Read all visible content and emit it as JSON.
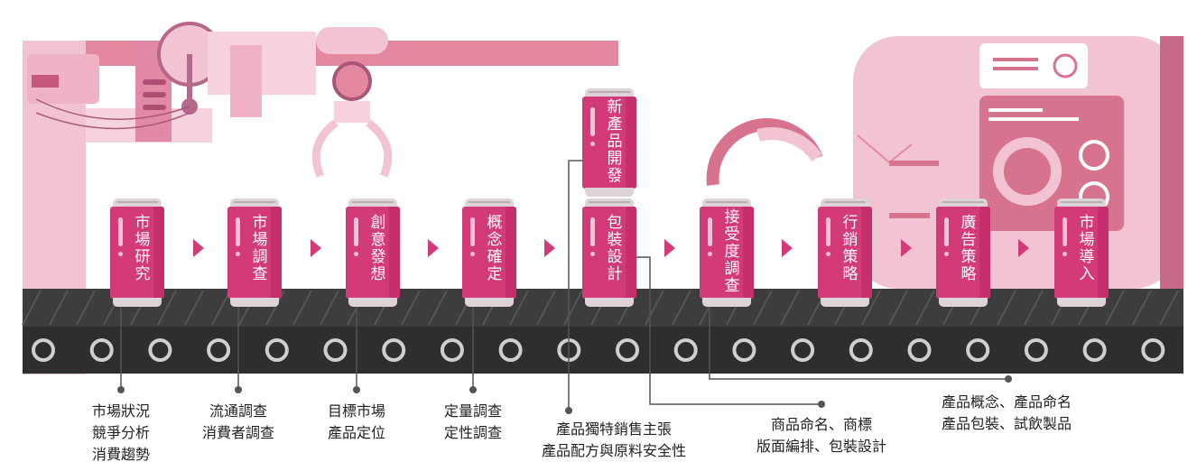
{
  "colors": {
    "accent": "#d33a78",
    "accent_dark": "#c42f6c",
    "machine_pink": "#d7728f",
    "machine_light": "#f2c4d3",
    "belt_dark": "#2e2e2e",
    "belt_stripe": "#555555"
  },
  "stages": [
    {
      "id": "market-research",
      "label": "市場研究"
    },
    {
      "id": "market-survey",
      "label": "市場調查"
    },
    {
      "id": "idea-generation",
      "label": "創意發想"
    },
    {
      "id": "concept-confirmation",
      "label": "概念確定"
    },
    {
      "id": "new-product-development",
      "label": "新產品開發"
    },
    {
      "id": "packaging-design",
      "label": "包裝設計"
    },
    {
      "id": "acceptance-survey",
      "label": "接受度調查"
    },
    {
      "id": "marketing-strategy",
      "label": "行銷策略"
    },
    {
      "id": "advertising-strategy",
      "label": "廣告策略"
    },
    {
      "id": "market-launch",
      "label": "市場導入"
    }
  ],
  "notes": [
    {
      "id": "market-research",
      "text": "市場狀況\n競爭分析\n消費趨勢"
    },
    {
      "id": "market-survey",
      "text": "流通調查\n消費者調查"
    },
    {
      "id": "idea-generation",
      "text": "目標市場\n產品定位"
    },
    {
      "id": "concept-confirmation",
      "text": "定量調查\n定性調查"
    },
    {
      "id": "new-product-development",
      "text": "產品獨特銷售主張\n產品配方與原料安全性"
    },
    {
      "id": "packaging-design",
      "text": "商品命名、商標\n版面編排、包裝設計"
    },
    {
      "id": "acceptance-survey",
      "text": "產品概念、產品命名\n產品包裝、試飲製品"
    }
  ]
}
